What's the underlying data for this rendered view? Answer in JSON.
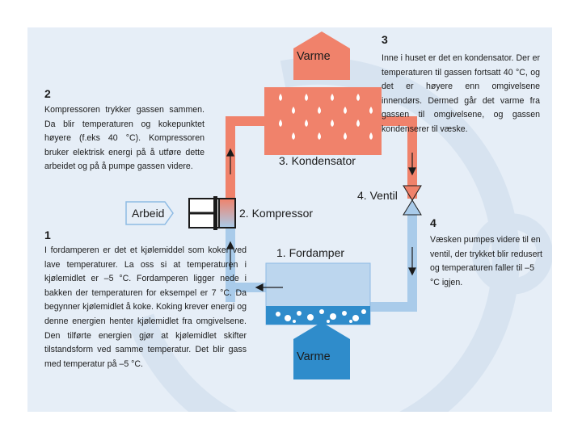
{
  "labels": {
    "varme_top": "Varme",
    "varme_bottom": "Varme",
    "arbeid": "Arbeid",
    "kondensator": "3. Kondensator",
    "ventil": "4. Ventil",
    "kompressor": "2. Kompressor",
    "fordamper": "1. Fordamper"
  },
  "steps": {
    "s1": {
      "number": "1",
      "text": "I fordamperen er det et kjølemiddel som koker ved lave temperaturer. La oss si at temperaturen i kjølemidlet er –5 °C. Fordamperen ligger nede i bakken der temperaturen for eksempel er 7 °C. Da begynner kjølemidlet å koke. Koking krever energi og denne energien henter kjølemidlet fra omgivelsene. Den tilførte energien gjør at kjølemidlet skifter tilstandsform ved samme temperatur. Det blir gass med temperatur på –5 °C."
    },
    "s2": {
      "number": "2",
      "text": "Kompressoren trykker gassen sammen. Da blir temperaturen og kokepunktet høyere (f.eks 40 °C). Kompressoren bruker elektrisk energi på å utføre dette arbeidet og på å pumpe gassen videre."
    },
    "s3": {
      "number": "3",
      "text": "Inne i huset er det en kondensator. Der er temperaturen til gassen fortsatt 40 °C, og det er høyere enn omgivelsene innendørs. Dermed går det varme fra gassen til omgivelsene, og gassen kondenserer til væske."
    },
    "s4": {
      "number": "4",
      "text": "Væsken pumpes videre til en ventil, der trykket blir redusert og temperaturen faller til –5 °C igjen."
    }
  },
  "colors": {
    "panel": "#e6eef7",
    "hot_pipe": "#f0826b",
    "cold_pipe": "#a9cbea",
    "evaporator": "#bcd6ee",
    "evaporator_liquid": "#2f8ccb",
    "watermark": "#d4e1ef"
  }
}
